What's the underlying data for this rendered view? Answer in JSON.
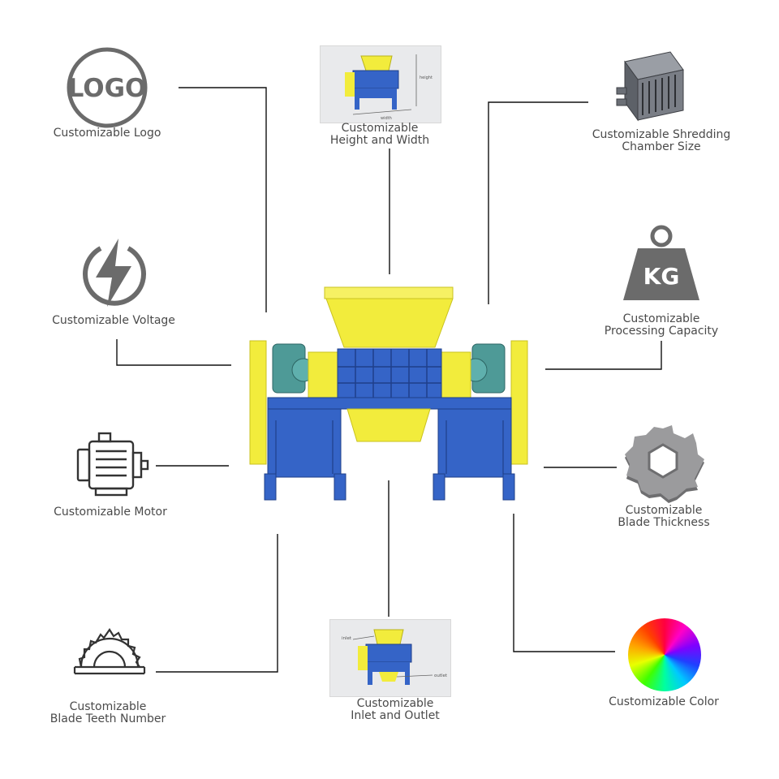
{
  "features": {
    "logo": {
      "line1": "Customizable Logo",
      "icon_text": "LOGO"
    },
    "height_width": {
      "line1": "Customizable",
      "line2": "Height and Width",
      "dim_height": "height",
      "dim_width": "width"
    },
    "chamber": {
      "line1": "Customizable Shredding",
      "line2": "Chamber Size"
    },
    "voltage": {
      "line1": "Customizable Voltage"
    },
    "capacity": {
      "line1": "Customizable",
      "line2": "Processing Capacity",
      "icon_text": "KG"
    },
    "motor": {
      "line1": "Customizable Motor"
    },
    "blade_thickness": {
      "line1": "Customizable",
      "line2": "Blade Thickness"
    },
    "blade_teeth": {
      "line1": "Customizable",
      "line2": "Blade Teeth Number"
    },
    "inlet_outlet": {
      "line1": "Customizable",
      "line2": "Inlet and Outlet",
      "tag_inlet": "inlet",
      "tag_outlet": "outlet"
    },
    "color": {
      "line1": "Customizable Color"
    }
  },
  "colors": {
    "hopper_yellow": "#f2ec3c",
    "frame_blue": "#3564c7",
    "gearbox_teal": "#4e9a97",
    "icon_gray": "#6b6b6b",
    "line_black": "#111111"
  }
}
